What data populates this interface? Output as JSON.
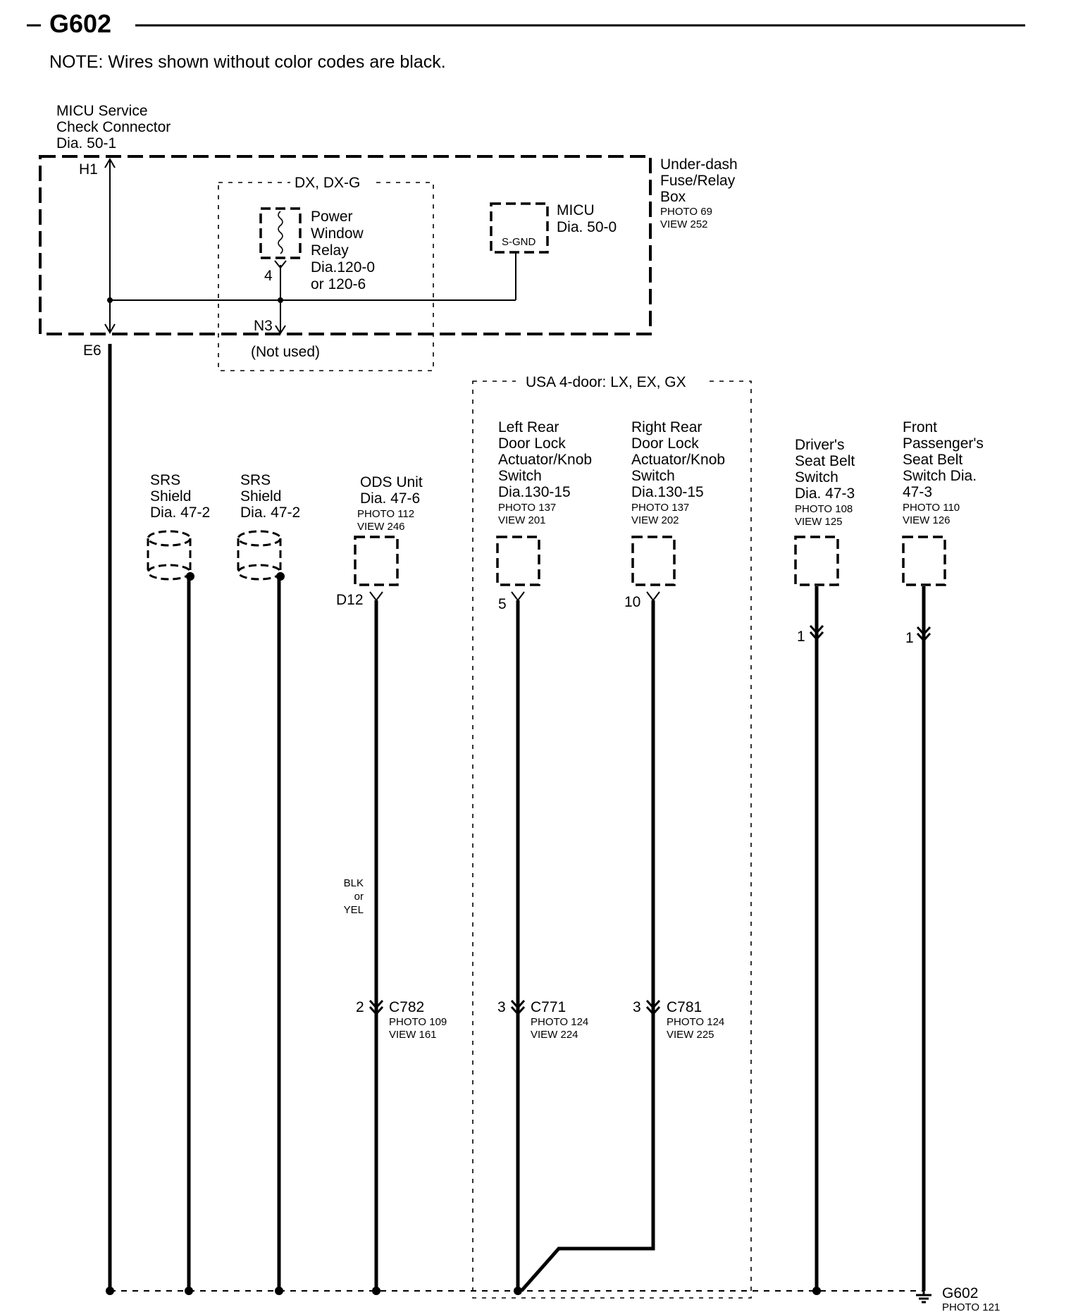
{
  "header": {
    "title": "G602",
    "note": "NOTE: Wires shown without color codes are black."
  },
  "micu_check": {
    "line1": "MICU Service",
    "line2": "Check Connector",
    "line3": "Dia. 50-1",
    "pin_top": "H1",
    "pin_bottom": "E6"
  },
  "fuse_box": {
    "line1": "Under-dash",
    "line2": "Fuse/Relay",
    "line3": "Box",
    "photo": "PHOTO 69",
    "view": "VIEW 252"
  },
  "dx_option": {
    "label": "DX, DX-G",
    "relay_line1": "Power",
    "relay_line2": "Window",
    "relay_line3": "Relay",
    "relay_line4": "Dia.120-0",
    "relay_line5": "or 120-6",
    "relay_pin": "4",
    "n3_pin": "N3",
    "not_used": "(Not used)"
  },
  "micu": {
    "line1": "MICU",
    "line2": "Dia. 50-0",
    "terminal": "S-GND"
  },
  "usa_option": {
    "label": "USA 4-door: LX, EX, GX"
  },
  "components": {
    "srs1": {
      "line1": "SRS",
      "line2": "Shield",
      "line3": "Dia. 47-2"
    },
    "srs2": {
      "line1": "SRS",
      "line2": "Shield",
      "line3": "Dia. 47-2"
    },
    "ods": {
      "line1": "ODS Unit",
      "line2": "Dia. 47-6",
      "photo": "PHOTO 112",
      "view": "VIEW 246",
      "pin": "D12"
    },
    "lrdoor": {
      "line1": "Left Rear",
      "line2": "Door Lock",
      "line3": "Actuator/Knob",
      "line4": "Switch",
      "line5": "Dia.130-15",
      "photo": "PHOTO 137",
      "view": "VIEW 201",
      "pin": "5"
    },
    "rrdoor": {
      "line1": "Right Rear",
      "line2": "Door Lock",
      "line3": "Actuator/Knob",
      "line4": "Switch",
      "line5": "Dia.130-15",
      "photo": "PHOTO 137",
      "view": "VIEW 202",
      "pin": "10"
    },
    "driver": {
      "line1": "Driver's",
      "line2": "Seat Belt",
      "line3": "Switch",
      "line4": "Dia. 47-3",
      "photo": "PHOTO 108",
      "view": "VIEW 125",
      "pin": "1"
    },
    "passenger": {
      "line1": "Front",
      "line2": "Passenger's",
      "line3": "Seat Belt",
      "line4": "Switch Dia.",
      "line5": "47-3",
      "photo": "PHOTO 110",
      "view": "VIEW 126",
      "pin": "1"
    }
  },
  "wire_color": {
    "line1": "BLK",
    "line2": "or",
    "line3": "YEL"
  },
  "connectors": {
    "c782": {
      "name": "C782",
      "pin": "2",
      "photo": "PHOTO 109",
      "view": "VIEW 161"
    },
    "c771": {
      "name": "C771",
      "pin": "3",
      "photo": "PHOTO 124",
      "view": "VIEW 224"
    },
    "c781": {
      "name": "C781",
      "pin": "3",
      "photo": "PHOTO 124",
      "view": "VIEW 225"
    }
  },
  "ground": {
    "name": "G602",
    "photo": "PHOTO 121"
  }
}
